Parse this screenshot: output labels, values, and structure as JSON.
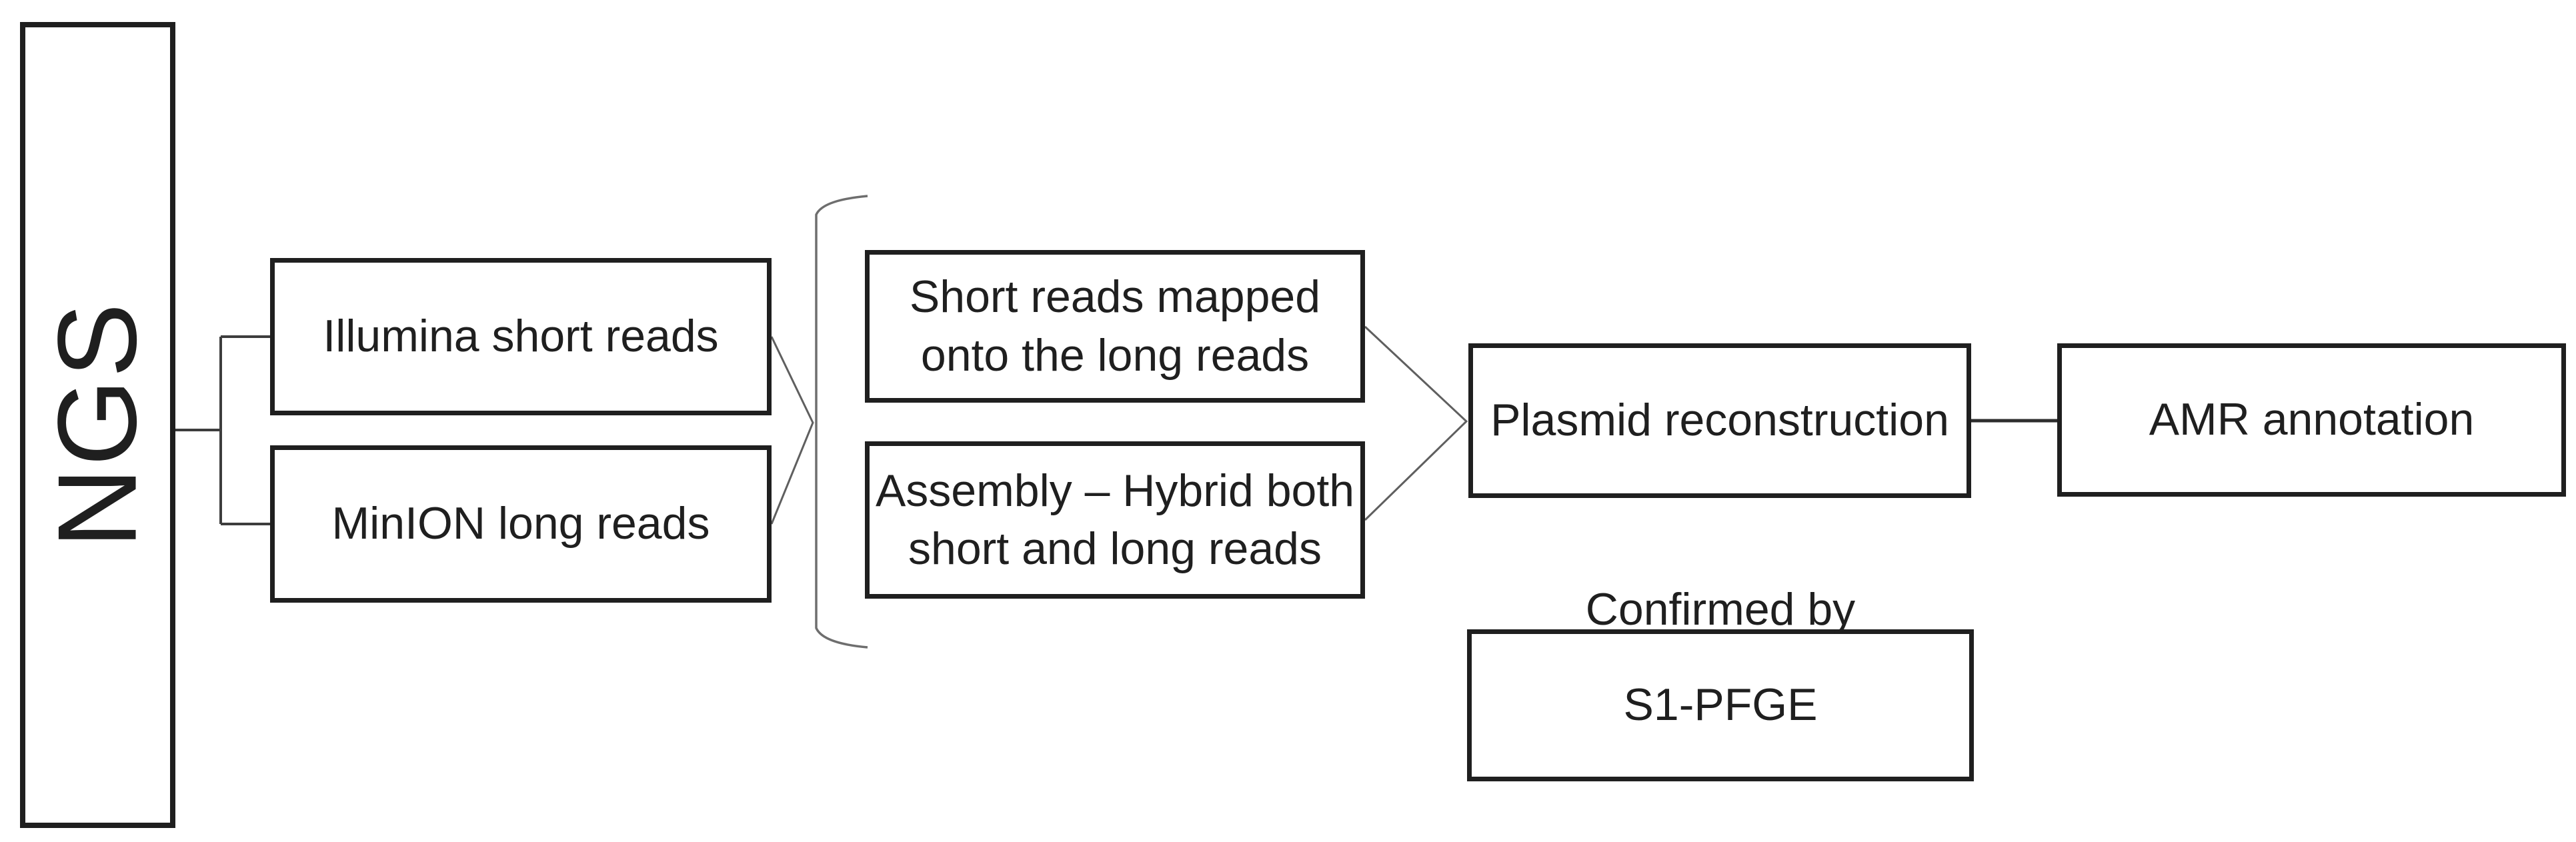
{
  "diagram": {
    "ngs": {
      "label": "NGS"
    },
    "illumina": {
      "label": "Illumina short reads"
    },
    "minion": {
      "label": "MinION long reads"
    },
    "short_reads_mapped": {
      "label": "Short reads mapped onto the long reads",
      "line1": "Short reads mapped",
      "line2": "onto the long reads"
    },
    "assembly_hybrid": {
      "label": "Assembly – Hybrid both short and long reads",
      "line1": "Assembly – Hybrid both",
      "line2": "short and long reads"
    },
    "plasmid": {
      "label": "Plasmid reconstruction"
    },
    "amr": {
      "label": "AMR annotation"
    },
    "confirmed": {
      "label": "Confirmed by"
    },
    "s1_pfge": {
      "label": "S1-PFGE"
    }
  },
  "colors": {
    "background": "#ffffff",
    "text": "#1f1f1f",
    "box_border": "#1f1f1f",
    "tree_connector": "#3d3d3d",
    "merge_line": "#5f5f5f",
    "bracket": "#6e6e6e",
    "link_line": "#2e2e2e"
  }
}
